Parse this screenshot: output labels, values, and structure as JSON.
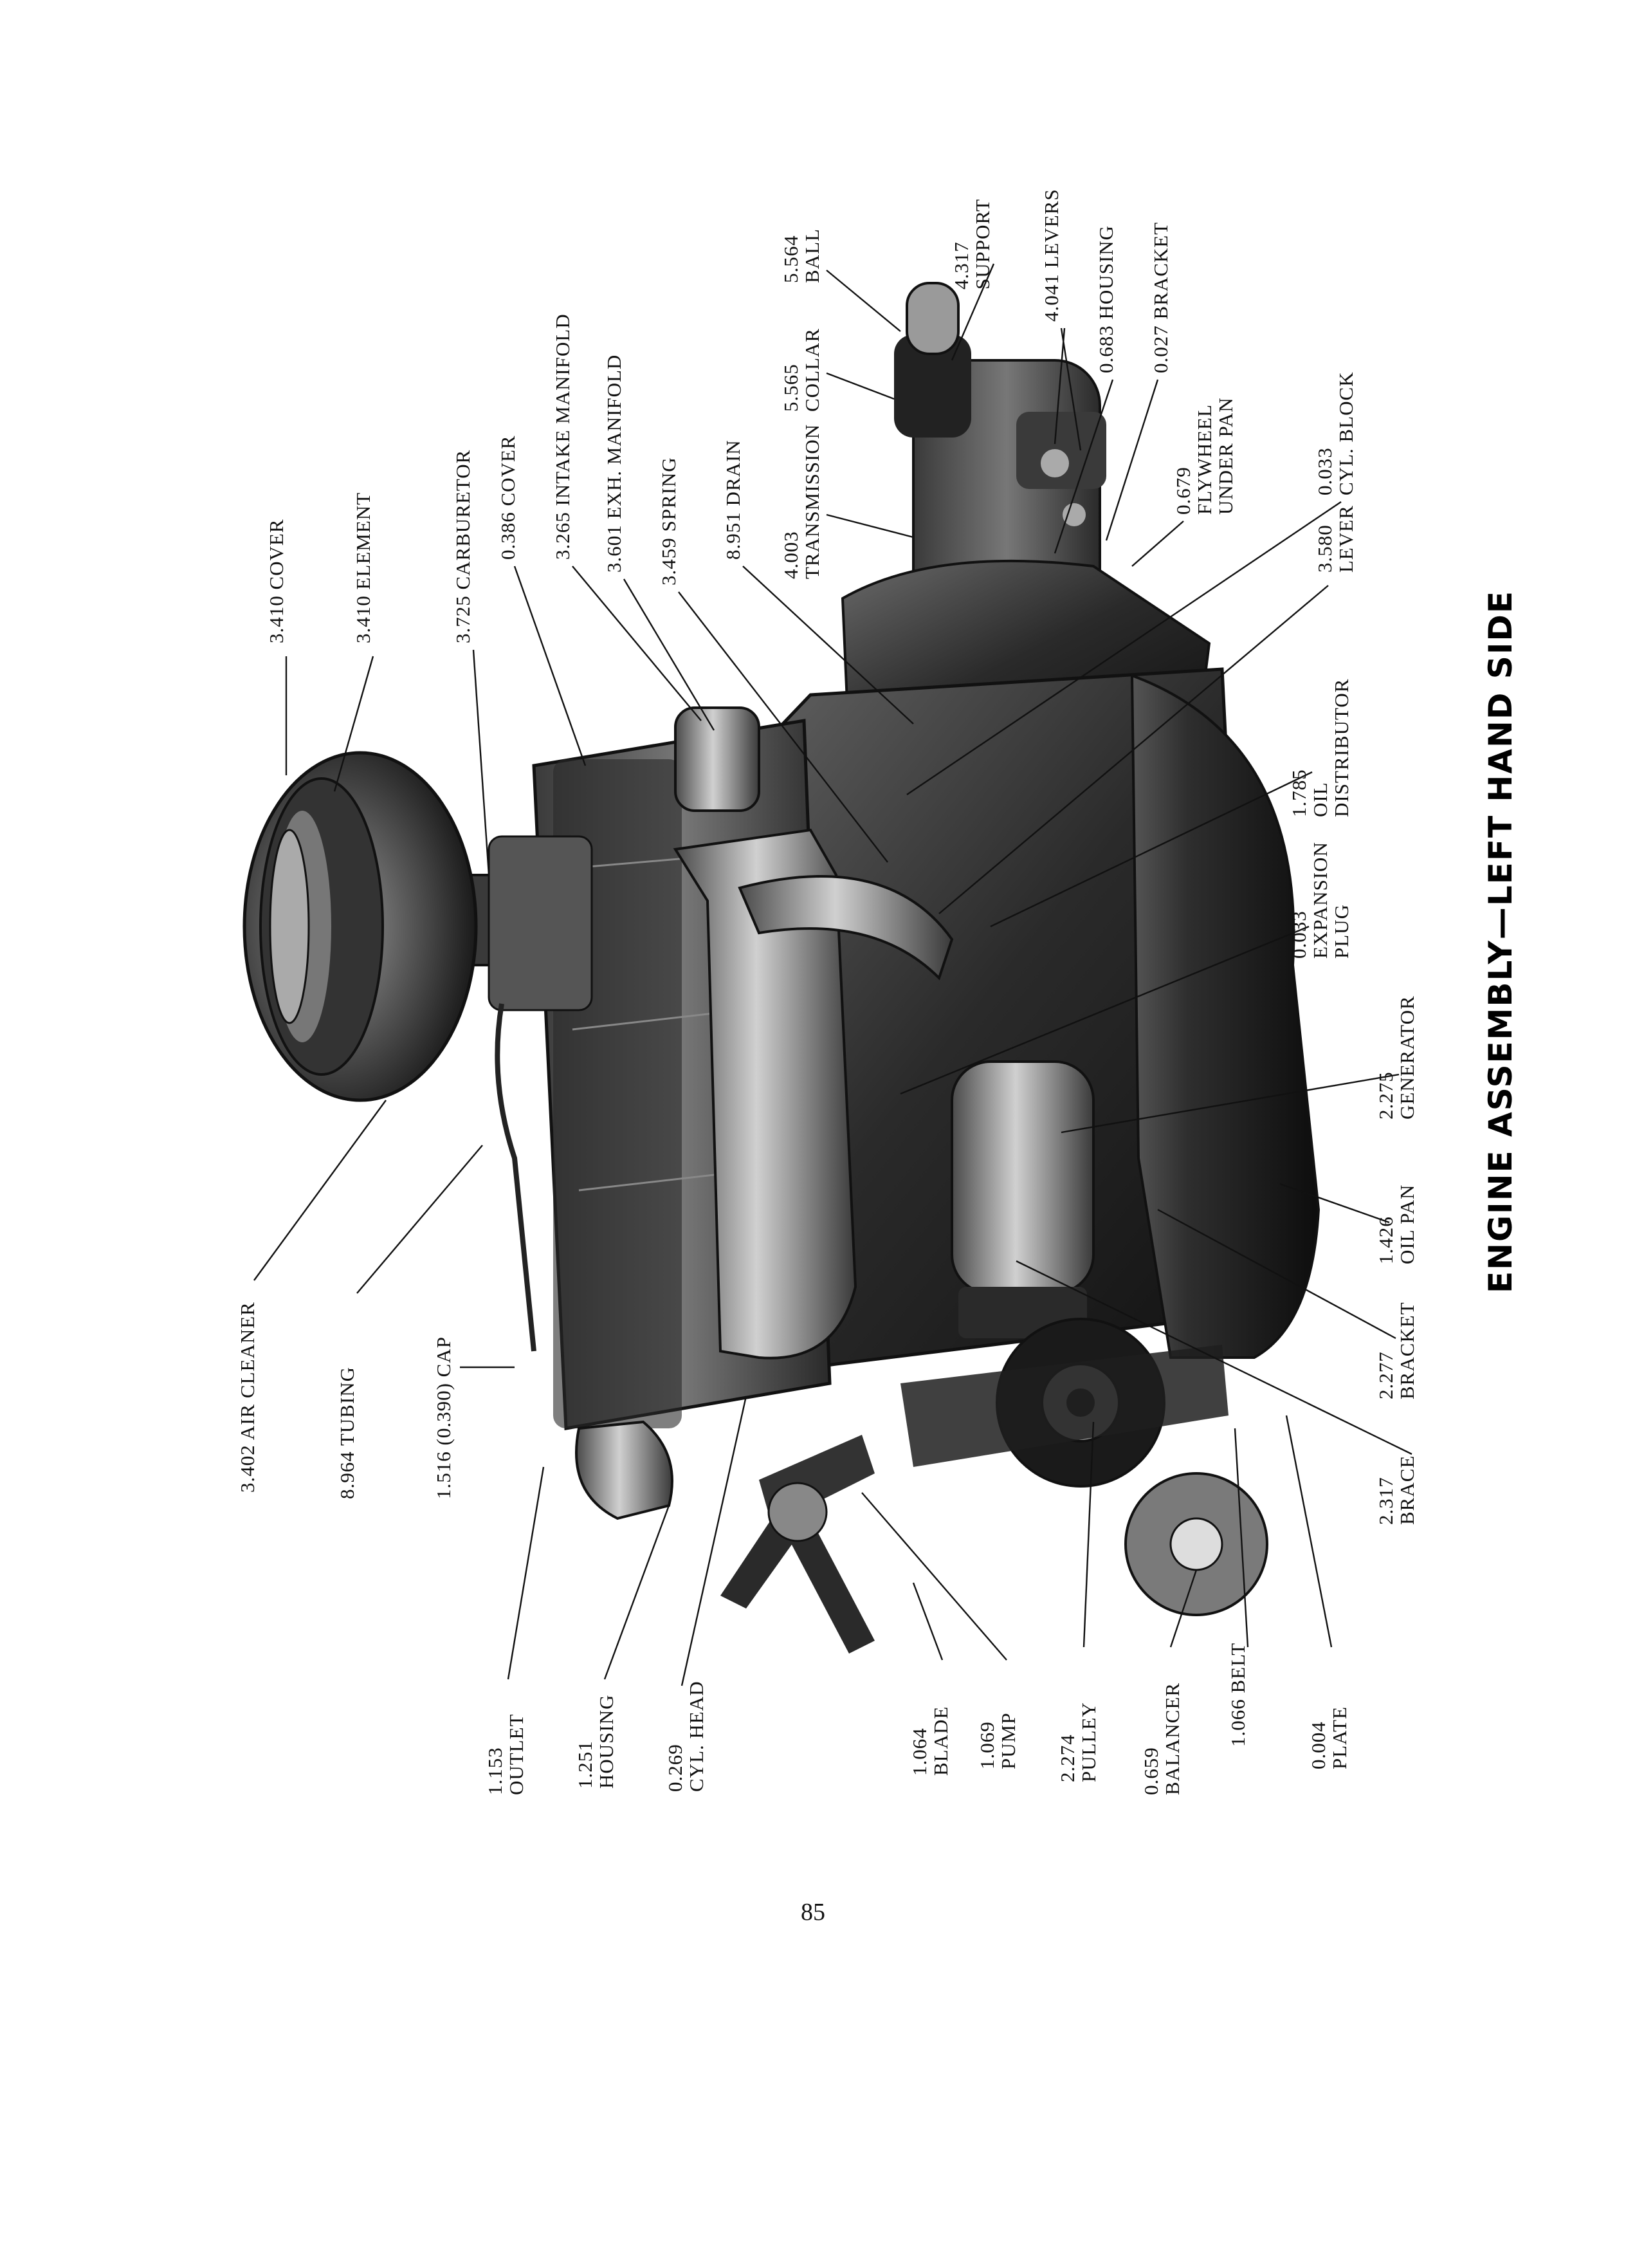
{
  "title": "ENGINE ASSEMBLY—LEFT HAND SIDE",
  "page_number": "85",
  "callouts": {
    "air_cleaner_cover": [
      "3.410 COVER"
    ],
    "air_cleaner_element": [
      "3.410 ELEMENT"
    ],
    "carburetor": [
      "3.725 CARBURETOR"
    ],
    "cover_0386": [
      "0.386 COVER"
    ],
    "intake_manifold": [
      "3.265 INTAKE MANIFOLD"
    ],
    "exh_manifold": [
      "3.601 EXH. MANIFOLD"
    ],
    "spring": [
      "3.459 SPRING"
    ],
    "drain": [
      "8.951 DRAIN"
    ],
    "transmission": [
      "4.003",
      "TRANSMISSION"
    ],
    "collar": [
      "5.565",
      "COLLAR"
    ],
    "ball": [
      "5.564",
      "BALL"
    ],
    "support": [
      "4.317",
      "SUPPORT"
    ],
    "levers": [
      "4.041 LEVERS"
    ],
    "housing_0683": [
      "0.683 HOUSING"
    ],
    "bracket_0027": [
      "0.027 BRACKET"
    ],
    "flywheel_under_pan": [
      "0.679",
      "FLYWHEEL",
      "UNDER PAN"
    ],
    "cyl_block": [
      "0.033",
      "CYL. BLOCK"
    ],
    "lever": [
      "3.580",
      "LEVER"
    ],
    "oil_distributor": [
      "1.785",
      "OIL",
      "DISTRIBUTOR"
    ],
    "expansion_plug": [
      "0.033",
      "EXPANSION",
      "PLUG"
    ],
    "generator": [
      "2.275",
      "GENERATOR"
    ],
    "oil_pan": [
      "1.426",
      "OIL PAN"
    ],
    "bracket_2277": [
      "2.277",
      "BRACKET"
    ],
    "brace": [
      "2.317",
      "BRACE"
    ],
    "air_cleaner": [
      "3.402 AIR CLEANER"
    ],
    "tubing": [
      "8.964 TUBING"
    ],
    "cap": [
      "1.516 (0.390) CAP"
    ],
    "outlet": [
      "1.153",
      "OUTLET"
    ],
    "housing_1251": [
      "1.251",
      "HOUSING"
    ],
    "cyl_head": [
      "0.269",
      "CYL. HEAD"
    ],
    "blade": [
      "1.064",
      "BLADE"
    ],
    "pump": [
      "1.069",
      "PUMP"
    ],
    "pulley": [
      "2.274",
      "PULLEY"
    ],
    "balancer": [
      "0.659",
      "BALANCER"
    ],
    "belt": [
      "1.066 BELT"
    ],
    "plate": [
      "0.004",
      "PLATE"
    ]
  },
  "colors": {
    "ink": "#111111",
    "engine_dark": "#1e1e1e",
    "engine_mid": "#5a5a5a",
    "engine_light": "#b9b9b9",
    "paper": "#ffffff"
  }
}
